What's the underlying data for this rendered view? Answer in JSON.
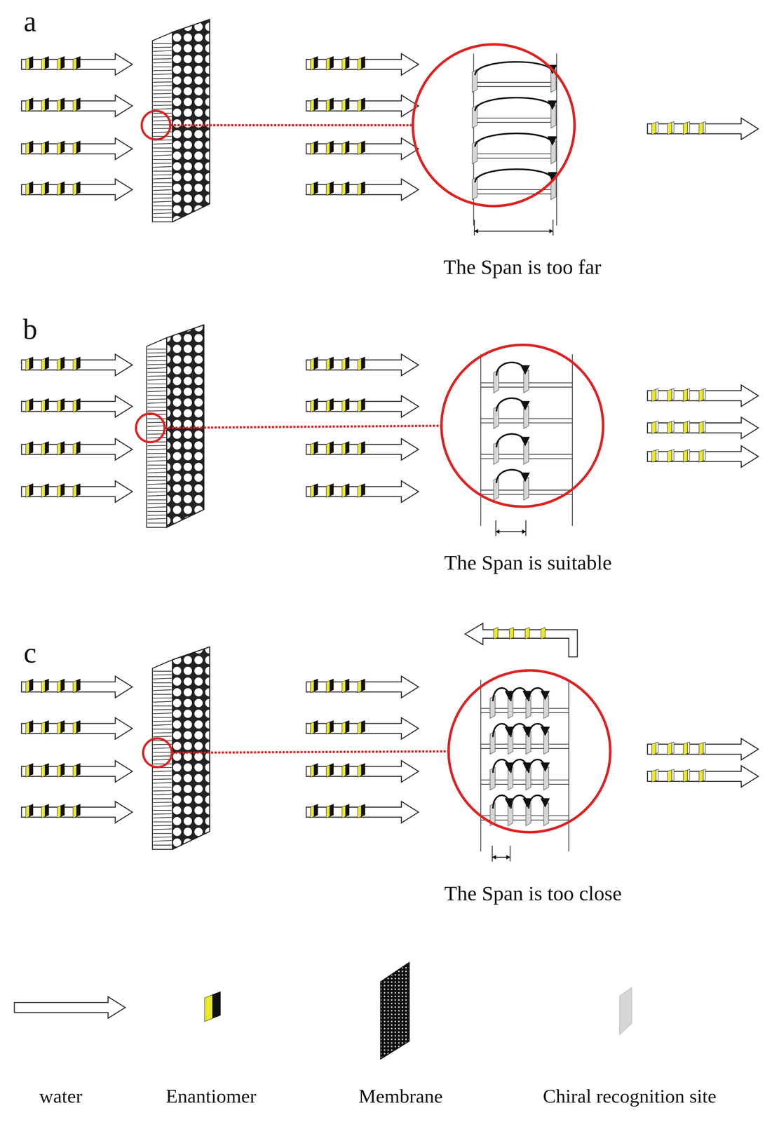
{
  "diagram": {
    "labels": [
      "a",
      "The Span is too far",
      "b",
      "The Span is suitable",
      "c",
      "The Span is too close"
    ],
    "legend": [
      {
        "text": "water"
      },
      {
        "text": "Enantiomer"
      },
      {
        "text": "Membrane"
      },
      {
        "text": "Chiral recognition site"
      }
    ]
  }
}
